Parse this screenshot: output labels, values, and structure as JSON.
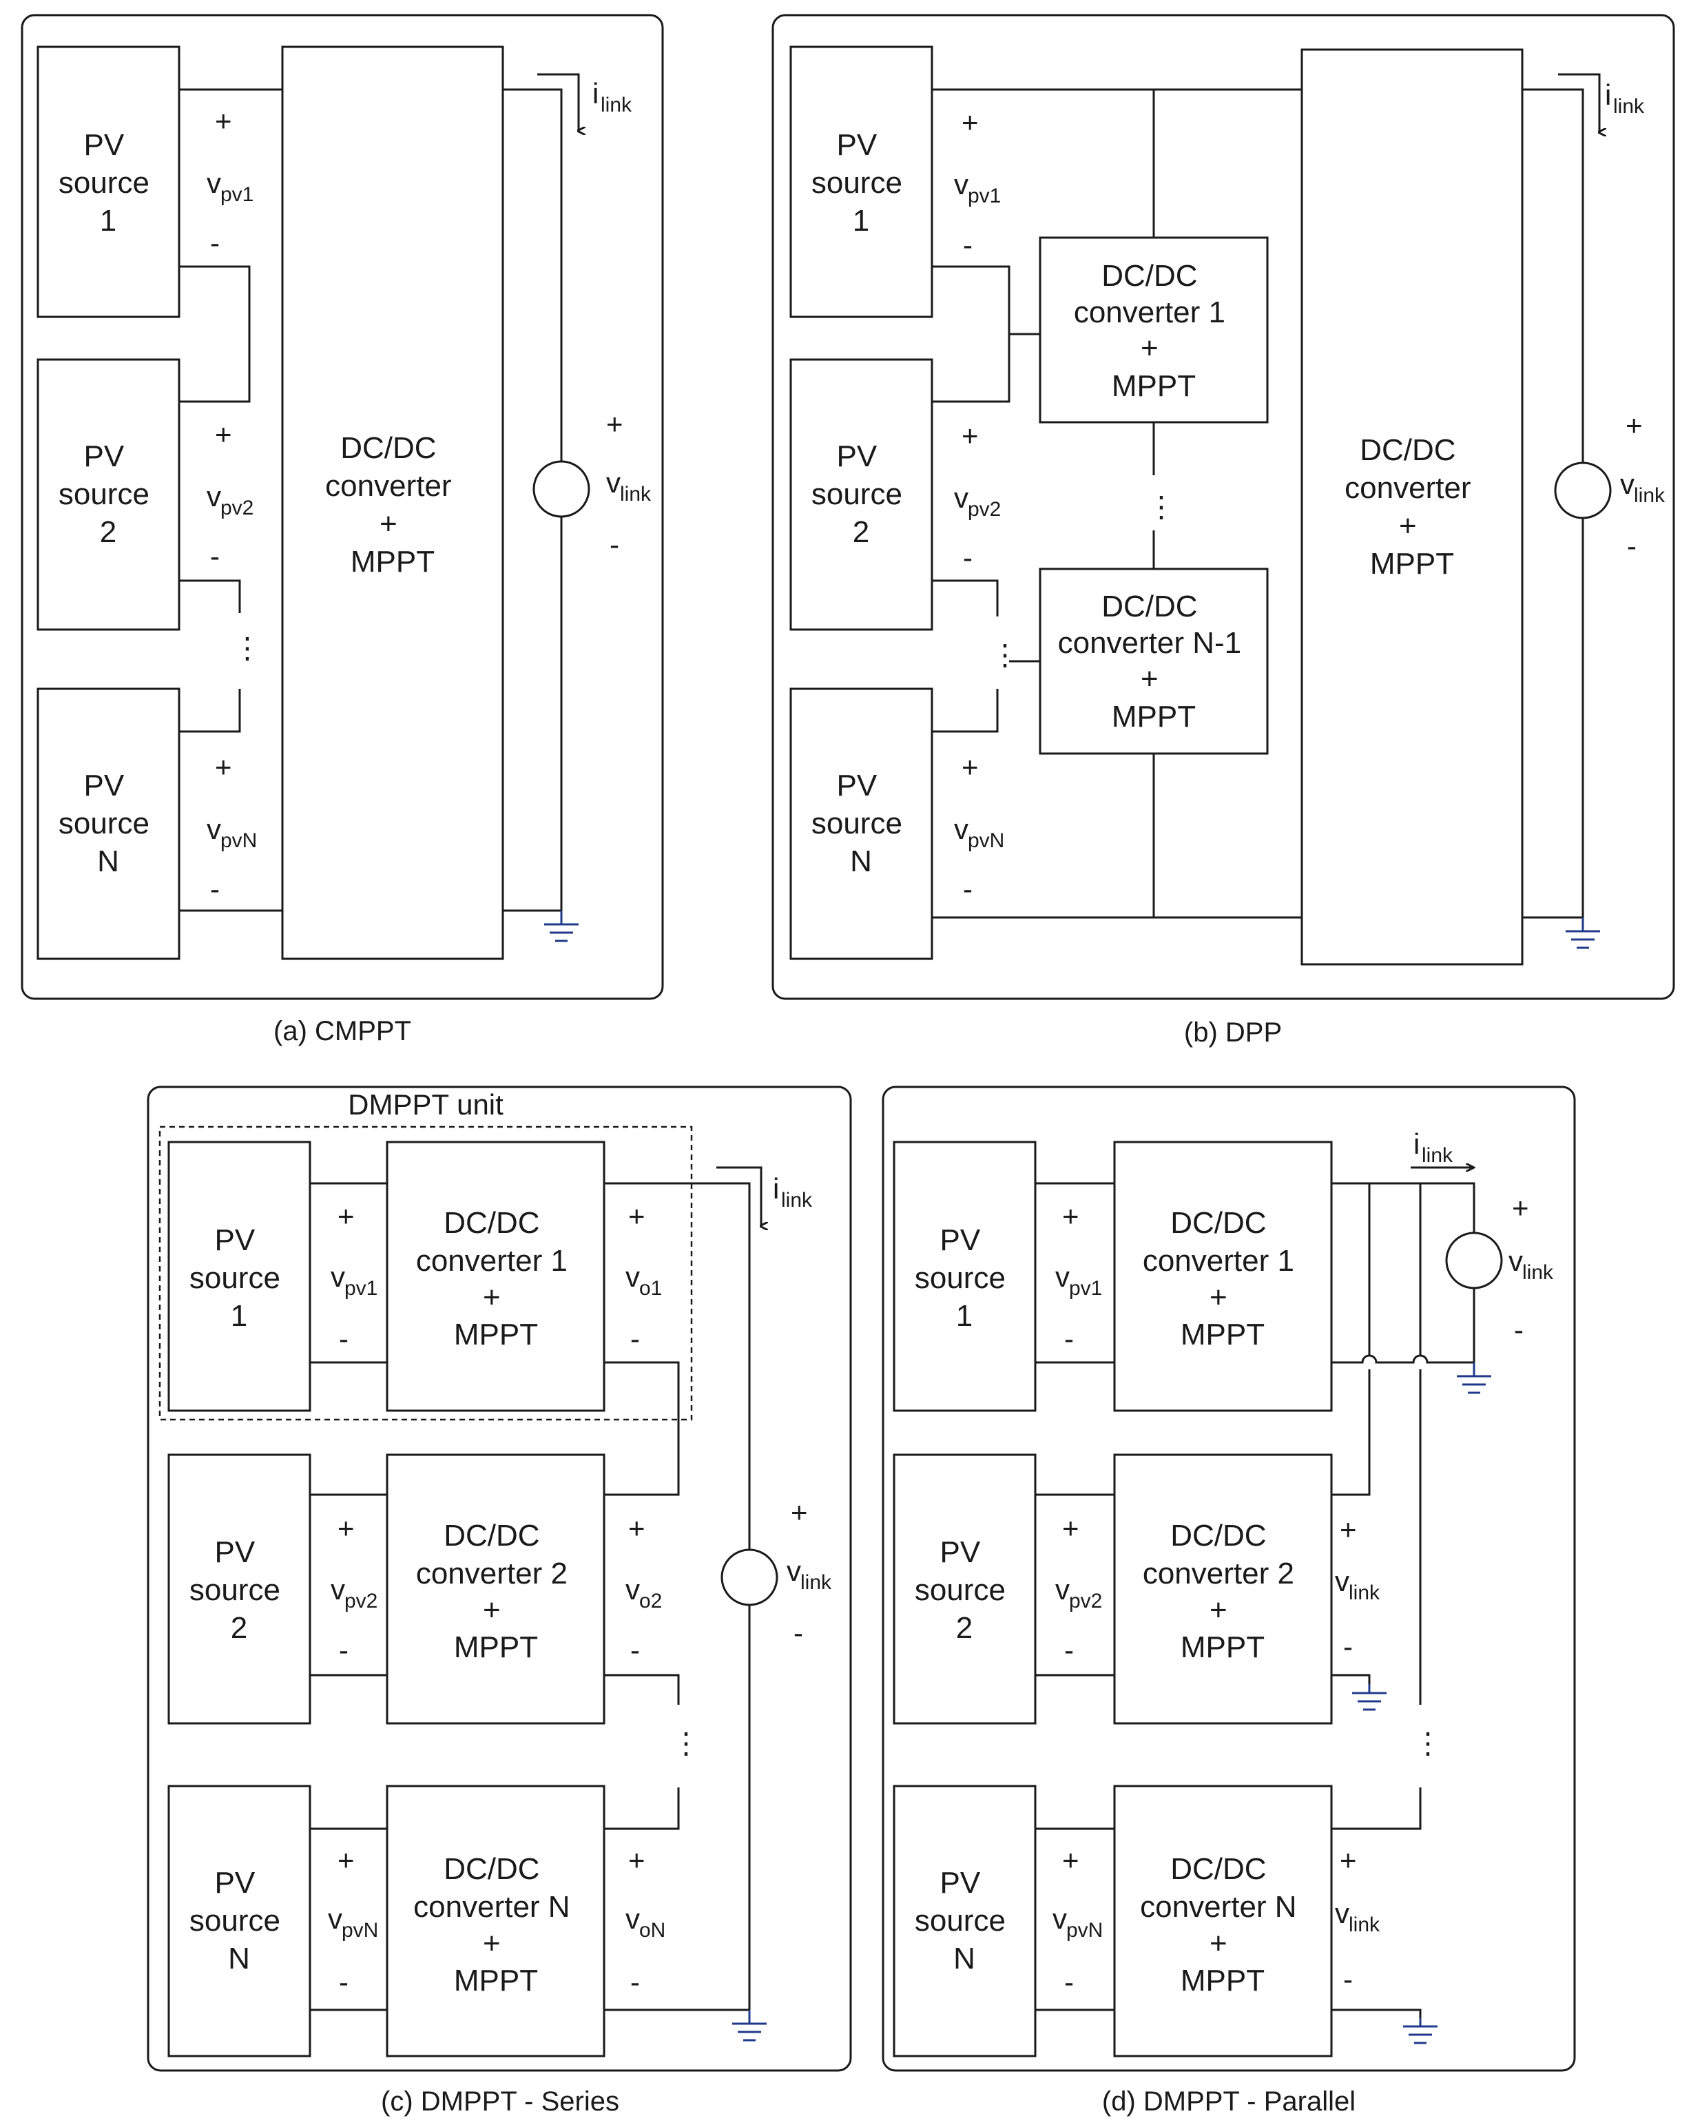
{
  "captions": {
    "a": "(a) CMPPT",
    "b": "(b) DPP",
    "c": "(c) DMPPT - Series",
    "d": "(d) DMPPT - Parallel"
  },
  "pv": {
    "line1": "PV",
    "line2": "source",
    "n1": "1",
    "n2": "2",
    "nN": "N"
  },
  "converter": {
    "dcdc": "DC/DC",
    "converter": "converter",
    "converter_1": "converter 1",
    "converter_2": "converter 2",
    "converter_N": "converter N",
    "converter_N1": "converter N-1",
    "plus": "+",
    "mppt": "MPPT"
  },
  "signs": {
    "plus": "+",
    "minus": "-",
    "vdots": "⋮"
  },
  "voltages": {
    "v": "v",
    "pv1": "pv1",
    "pv2": "pv2",
    "pvN": "pvN",
    "o1": "o1",
    "o2": "o2",
    "oN": "oN",
    "link": "link",
    "i": "i"
  },
  "dmppt_unit": "DMPPT unit",
  "colors": {
    "ground": "#1f3a8a",
    "wire": "#1a1a1a"
  }
}
